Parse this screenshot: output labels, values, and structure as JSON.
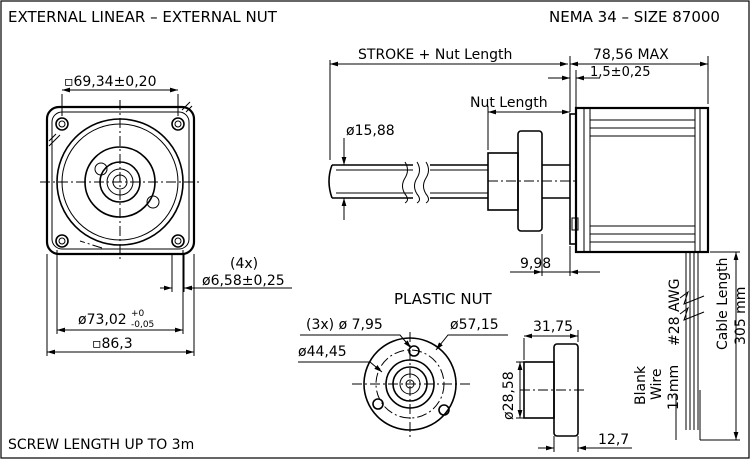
{
  "title": {
    "left": "EXTERNAL LINEAR – EXTERNAL NUT",
    "right": "NEMA 34 – SIZE 87000"
  },
  "front_view": {
    "dim_top": "▫69,34±0,20",
    "hole_count": "(4x)",
    "hole_dia": "ø6,58±0,25",
    "pilot_dia_main": "ø73,02",
    "pilot_tol_plus": "+0",
    "pilot_tol_minus": "-0,05",
    "dim_bottom": "▫86,3"
  },
  "side_view": {
    "stroke_label": "STROKE + Nut Length",
    "max_len": "78,56 MAX",
    "flange_thk": "1,5±0,25",
    "nut_length": "Nut Length",
    "screw_dia": "ø15,88",
    "dim_998": "9,98"
  },
  "wire": {
    "awg": "#28 AWG",
    "cable_length": "Cable Length",
    "cable_mm": "305 mm",
    "blank": "Blank",
    "wire": "Wire",
    "wire_mm": "13mm"
  },
  "plastic_nut": {
    "title": "PLASTIC NUT",
    "holes": "(3x) ø 7,95",
    "od": "ø57,15",
    "bc": "ø44,45",
    "bore": "ø28,58",
    "len": "31,75",
    "flange": "12,7"
  },
  "footer": "SCREW LENGTH UP TO 3m"
}
